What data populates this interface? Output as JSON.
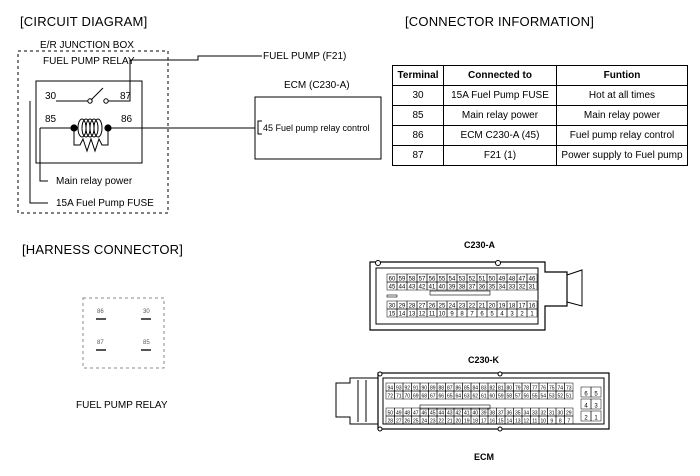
{
  "circuit": {
    "heading": "[CIRCUIT DIAGRAM]",
    "box_title": "E/R JUNCTION BOX",
    "relay_title": "FUEL PUMP RELAY",
    "pins": {
      "p30": "30",
      "p87": "87",
      "p85": "85",
      "p86": "86"
    },
    "fuel_pump_label": "FUEL PUMP (F21)",
    "ecm_label": "ECM (C230-A)",
    "ecm_pin_label": "45 Fuel pump relay control",
    "main_relay_label": "Main relay power",
    "fuse_label": "15A Fuel Pump FUSE"
  },
  "connector_info": {
    "heading": "[CONNECTOR INFORMATION]",
    "headers": [
      "Terminal",
      "Connected to",
      "Funtion"
    ],
    "rows": [
      [
        "30",
        "15A Fuel Pump FUSE",
        "Hot at all times"
      ],
      [
        "85",
        "Main relay power",
        "Main relay power"
      ],
      [
        "86",
        "ECM C230-A (45)",
        "Fuel pump relay control"
      ],
      [
        "87",
        "F21  (1)",
        "Power supply to Fuel pump"
      ]
    ]
  },
  "harness": {
    "heading": "[HARNESS CONNECTOR]",
    "pins": {
      "p86": "86",
      "p30": "30",
      "p87": "87",
      "p85": "85"
    },
    "caption": "FUEL PUMP RELAY"
  },
  "c230a": {
    "title": "C230-A",
    "row1": [
      "60",
      "59",
      "58",
      "57",
      "56",
      "55",
      "54",
      "53",
      "52",
      "51",
      "50",
      "49",
      "48",
      "47",
      "46"
    ],
    "row2": [
      "45",
      "44",
      "43",
      "42",
      "41",
      "40",
      "39",
      "38",
      "37",
      "36",
      "35",
      "34",
      "33",
      "32",
      "31"
    ],
    "row3": [
      "30",
      "29",
      "28",
      "27",
      "26",
      "25",
      "24",
      "23",
      "22",
      "21",
      "20",
      "19",
      "18",
      "17",
      "16"
    ],
    "row4": [
      "15",
      "14",
      "13",
      "12",
      "11",
      "10",
      "9",
      "8",
      "7",
      "6",
      "5",
      "4",
      "3",
      "2",
      "1"
    ],
    "highlight_color": "#9ecfe8"
  },
  "c230k": {
    "title": "C230-K",
    "row1": [
      "94",
      "93",
      "92",
      "91",
      "90",
      "89",
      "88",
      "87",
      "86",
      "85",
      "84",
      "83",
      "82",
      "81",
      "80",
      "79",
      "78",
      "77",
      "76",
      "75",
      "74",
      "73"
    ],
    "row2": [
      "72",
      "71",
      "70",
      "69",
      "68",
      "67",
      "66",
      "65",
      "64",
      "63",
      "62",
      "61",
      "60",
      "59",
      "58",
      "57",
      "56",
      "55",
      "54",
      "53",
      "52",
      "51"
    ],
    "row3": [
      "50",
      "49",
      "48",
      "47",
      "46",
      "45",
      "44",
      "43",
      "42",
      "41",
      "40",
      "39",
      "38",
      "37",
      "36",
      "35",
      "34",
      "33",
      "32",
      "31",
      "30",
      "29"
    ],
    "row4": [
      "28",
      "27",
      "26",
      "25",
      "24",
      "23",
      "22",
      "21",
      "20",
      "19",
      "18",
      "17",
      "16",
      "15",
      "14",
      "13",
      "12",
      "11",
      "10",
      "9",
      "8",
      "7"
    ],
    "side": [
      "6",
      "5",
      "4",
      "3",
      "2",
      "1"
    ],
    "caption": "ECM"
  }
}
